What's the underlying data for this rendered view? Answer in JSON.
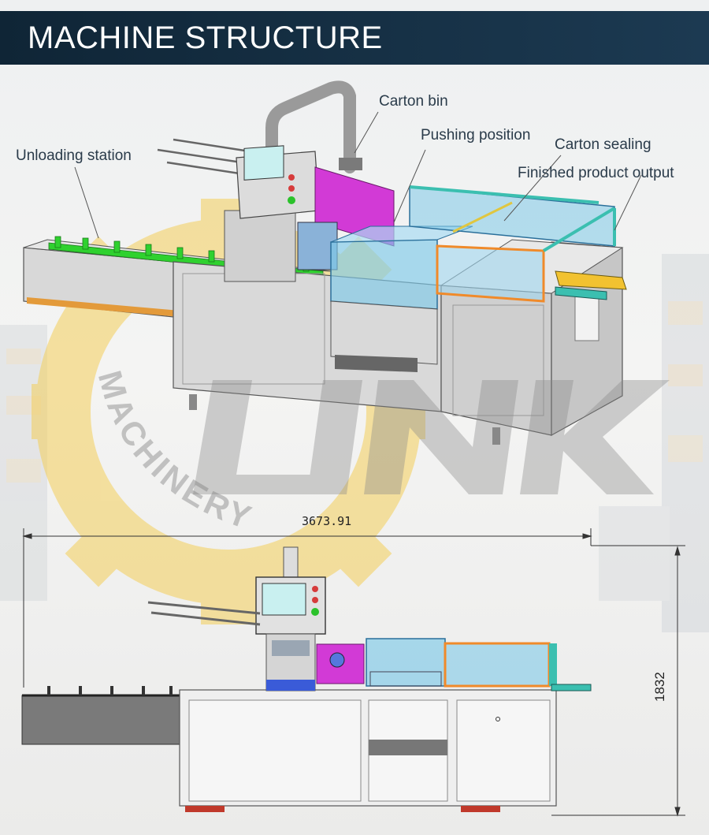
{
  "header": {
    "title": "MACHINE STRUCTURE"
  },
  "watermark": {
    "line1": "MACHINERY",
    "line2": "LINK",
    "colors": {
      "gear": "#f4cf5a",
      "letters": "#8a8a8a"
    }
  },
  "callouts": {
    "carton_bin": "Carton bin",
    "pushing_position": "Pushing position",
    "carton_sealing": "Carton sealing",
    "finished_product_output": "Finished product output",
    "unloading_station": "Unloading station"
  },
  "dimensions": {
    "length": "3673.91",
    "height": "1832"
  },
  "colors": {
    "header_bg": "#14304a",
    "frame": "#d4d4d4",
    "conveyor_green": "#2fd12f",
    "magenta": "#d23ad6",
    "glass": "#7ec9e8",
    "orange_frame": "#f08a2a",
    "teal": "#3bbfb0"
  }
}
